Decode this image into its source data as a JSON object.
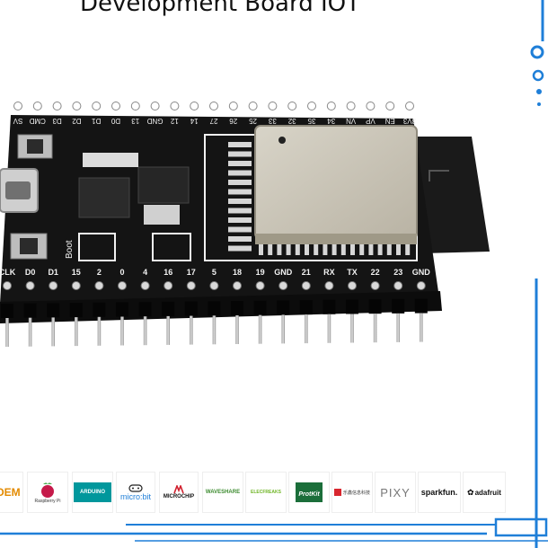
{
  "title": "Development Board IOT",
  "board": {
    "top_labels": [
      "SV",
      "CMD",
      "D3",
      "D2",
      "D1",
      "D0",
      "13",
      "GND",
      "12",
      "14",
      "27",
      "26",
      "25",
      "33",
      "32",
      "35",
      "34",
      "VN",
      "VP",
      "EN",
      "3V3"
    ],
    "bottom_labels": [
      "CLK",
      "D0",
      "D1",
      "15",
      "2",
      "0",
      "4",
      "16",
      "17",
      "5",
      "18",
      "19",
      "GND",
      "21",
      "RX",
      "TX",
      "22",
      "23",
      "GND"
    ],
    "boot_label": "Boot"
  },
  "logos": {
    "oem": "OEM",
    "raspberry": "Raspberry Pi",
    "arduino": "ARDUINO",
    "microbit": "micro:bit",
    "microchip": "MICROCHIP",
    "waveshare": "WAVESHARE",
    "elecfreaks": "ELECFREAKS",
    "protokit": "ProtKit",
    "chinese": "乐鑫信息科技",
    "pixy": "PIXY",
    "sparkfun": "sparkfun.",
    "adafruit": "adafruit"
  },
  "colors": {
    "accent": "#1f7fd8",
    "pcb": "#141414",
    "silkscreen": "#f2f2f2",
    "shield": "#c9c4b6",
    "pin": "#b9b9b9"
  }
}
